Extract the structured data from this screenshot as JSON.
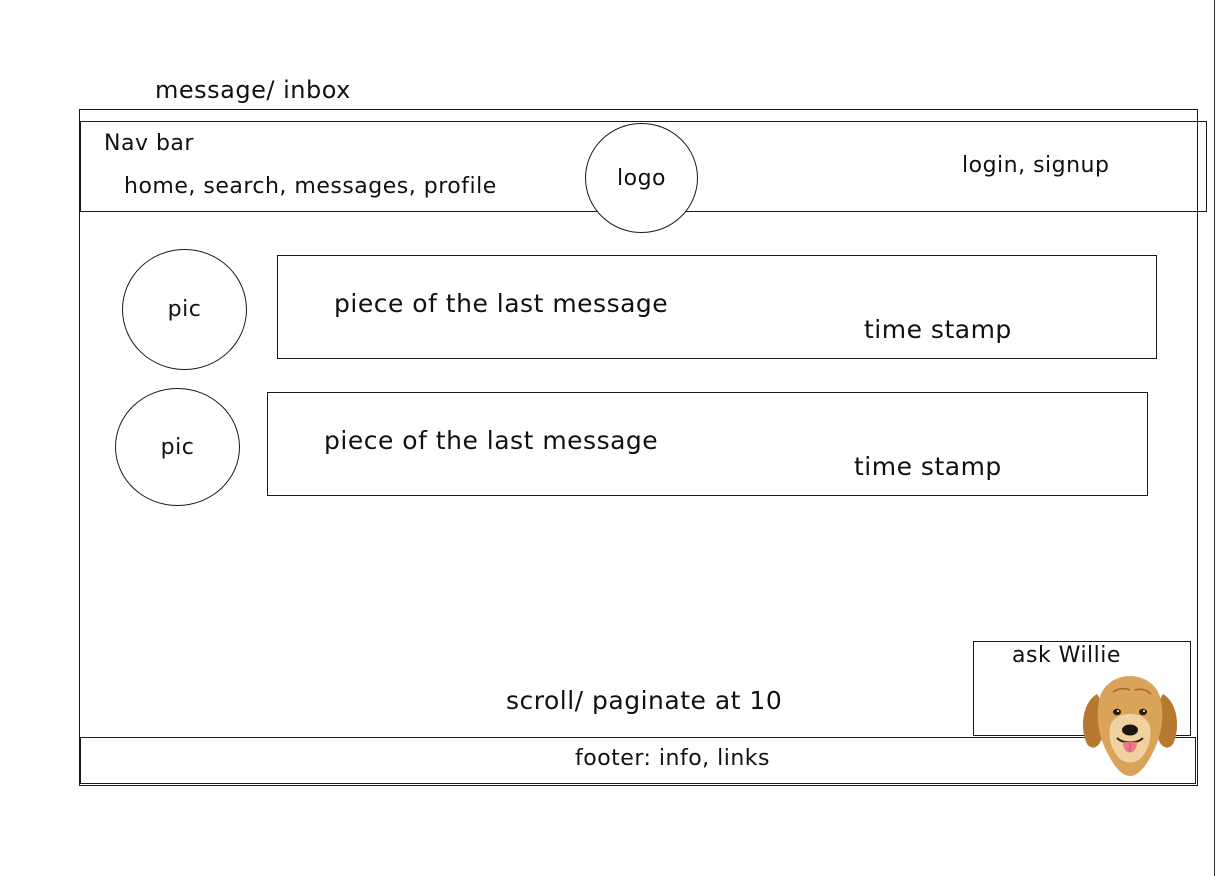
{
  "page_title": "message/ inbox",
  "navbar": {
    "label": "Nav bar",
    "links": "home, search, messages, profile",
    "logo": "logo",
    "auth": "login, signup"
  },
  "messages": [
    {
      "pic": "pic",
      "snippet": "piece of the last message",
      "timestamp": "time stamp"
    },
    {
      "pic": "pic",
      "snippet": "piece of the last message",
      "timestamp": "time stamp"
    }
  ],
  "pagination_note": "scroll/ paginate at 10",
  "assistant": {
    "label": "ask Willie",
    "avatar_icon": "golden-retriever-icon"
  },
  "footer": "footer: info, links"
}
